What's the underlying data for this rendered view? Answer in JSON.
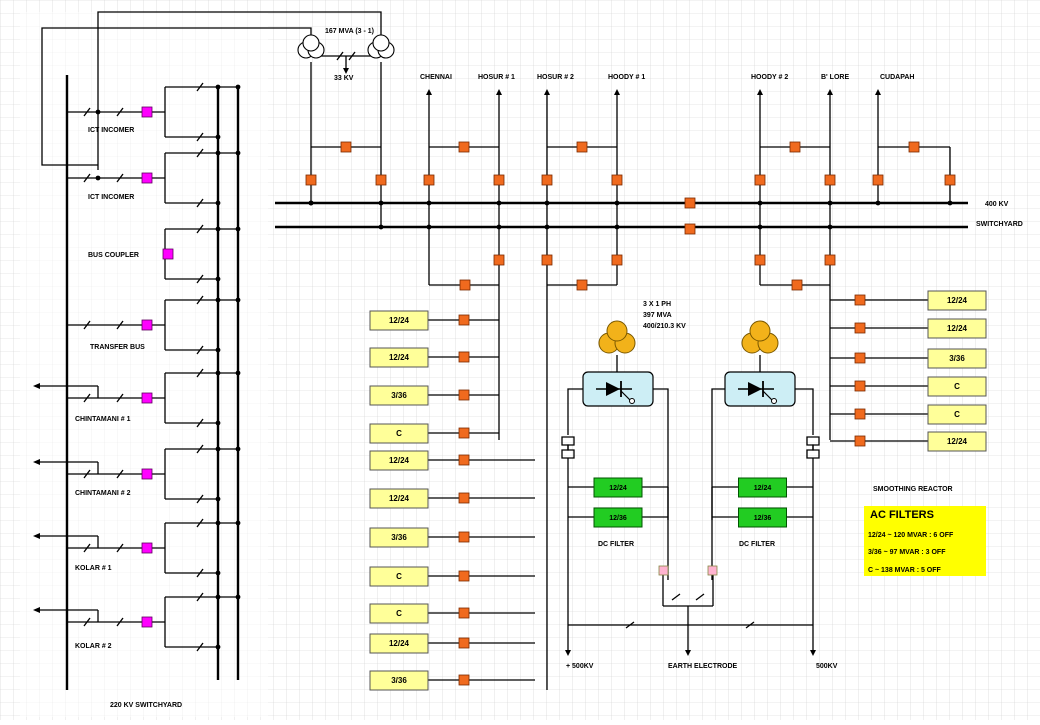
{
  "colors": {
    "breaker_orange": "#f06a1e",
    "breaker_magenta": "#ff00ff",
    "filter_box": "#ffff99",
    "dc_filter_green": "#22cc22",
    "transformer_gold": "#f2b21a",
    "valve_blue": "#cdeef5",
    "legend_yellow": "#ffff00",
    "disconnect_pink": "#ffb3d0"
  },
  "transformer": {
    "rating": "167 MVA (3 - 1)",
    "voltage": "33 KV"
  },
  "lines_400kv": [
    "CHENNAI",
    "HOSUR # 1",
    "HOSUR # 2",
    "HOODY # 1",
    "HOODY # 2",
    "B' LORE",
    "CUDAPAH"
  ],
  "switchyard_400": {
    "line1": "400 KV",
    "line2": "SWITCHYARD"
  },
  "switchyard_220_title": "220 KV  SWITCHYARD",
  "bays_220": [
    "ICT INCOMER",
    "ICT INCOMER",
    "BUS COUPLER",
    "TRANSFER BUS",
    "CHINTAMANI #  1",
    "CHINTAMANI #  2",
    "KOLAR # 1",
    "KOLAR #  2"
  ],
  "converter_transformer": {
    "line1": "3  X  1 PH",
    "line2": "397  MVA",
    "line3": "400/210.3  KV"
  },
  "ac_filters_left": [
    "12/24",
    "12/24",
    "3/36",
    "C",
    "12/24",
    "12/24",
    "3/36",
    "C",
    "C",
    "12/24",
    "3/36"
  ],
  "ac_filters_right": [
    "12/24",
    "12/24",
    "3/36",
    "C",
    "C",
    "12/24"
  ],
  "dc_filters": {
    "left": [
      "12/24",
      "12/36"
    ],
    "right": [
      "12/24",
      "12/36"
    ],
    "label": "DC FILTER"
  },
  "dc_labels": {
    "pos": "+ 500KV",
    "earth": "EARTH ELECTRODE",
    "neg": "500KV"
  },
  "smoothing_reactor": "SMOOTHING REACTOR",
  "legend": {
    "title": "AC FILTERS",
    "rows": [
      "12/24  ~ 120  MVAR : 6  OFF",
      "3/36    ~ 97  MVAR   : 3  OFF",
      "C        ~ 138  MVAR  : 5  OFF"
    ]
  }
}
